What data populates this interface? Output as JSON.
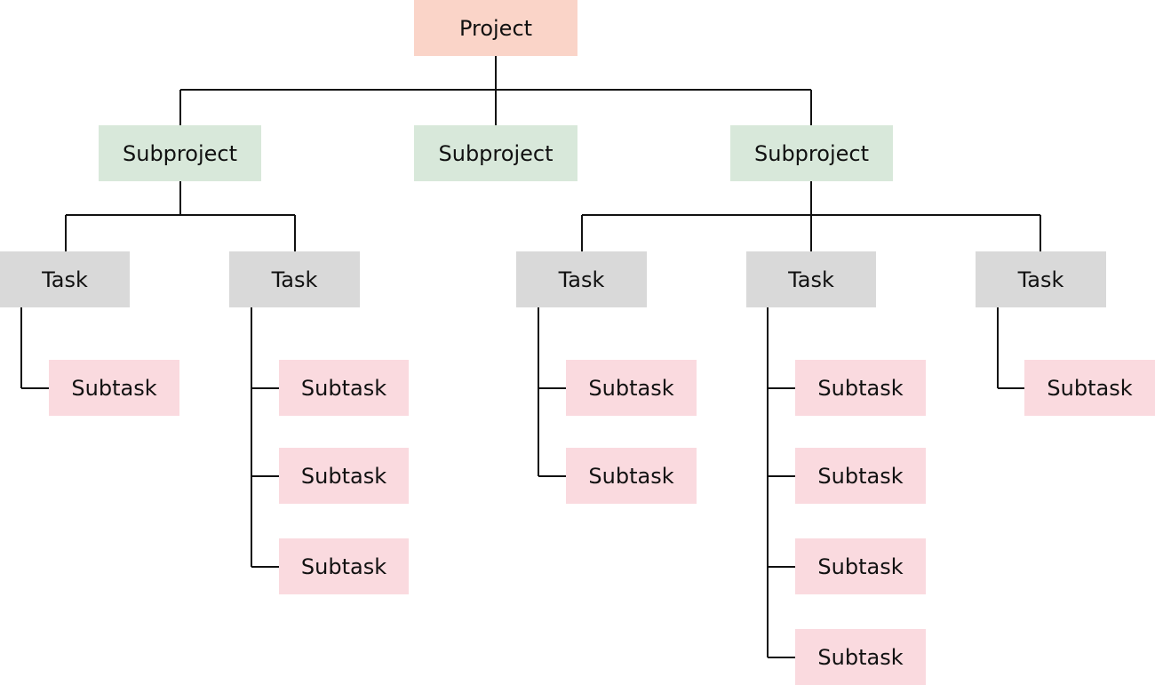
{
  "colors": {
    "project": "#FAD4C8",
    "subproject": "#D8E8DA",
    "task": "#D9D9D9",
    "subtask": "#FADADF",
    "connector": "#111111",
    "text": "#111111"
  },
  "project": {
    "label": "Project",
    "subprojects": [
      {
        "label": "Subproject",
        "tasks": [
          {
            "label": "Task",
            "subtasks": [
              "Subtask"
            ]
          },
          {
            "label": "Task",
            "subtasks": [
              "Subtask",
              "Subtask",
              "Subtask"
            ]
          }
        ]
      },
      {
        "label": "Subproject",
        "tasks": []
      },
      {
        "label": "Subproject",
        "tasks": [
          {
            "label": "Task",
            "subtasks": [
              "Subtask",
              "Subtask"
            ]
          },
          {
            "label": "Task",
            "subtasks": [
              "Subtask",
              "Subtask",
              "Subtask",
              "Subtask"
            ]
          },
          {
            "label": "Task",
            "subtasks": [
              "Subtask"
            ]
          }
        ]
      }
    ]
  }
}
